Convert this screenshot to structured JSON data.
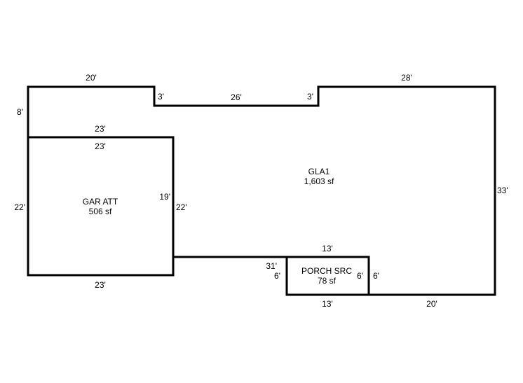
{
  "areas": [
    {
      "id": "gla1",
      "name": "GLA1",
      "size": "1,603 sf"
    },
    {
      "id": "garage",
      "name": "GAR ATT",
      "size": "506 sf"
    },
    {
      "id": "porch",
      "name": "PORCH SRC",
      "size": "78 sf"
    }
  ],
  "dimensions": {
    "gla_top_left": "20'",
    "gla_notch_left": "3'",
    "gla_notch_mid": "26'",
    "gla_notch_right": "3'",
    "gla_top_right": "28'",
    "gla_left_upper": "8'",
    "gla_right": "33'",
    "gla_bottom_right": "20'",
    "gla_inner_vertical": "31'",
    "gla_inner_horizontal": "19'",
    "garage_top_outer": "23'",
    "garage_top_inner": "23'",
    "garage_left": "22'",
    "garage_right": "22'",
    "garage_bottom": "23'",
    "porch_top": "13'",
    "porch_bottom": "13'",
    "porch_left": "6'",
    "porch_right_inner": "6'",
    "porch_right_outer": "6'"
  },
  "colors": {
    "line": "#000000",
    "background": "#ffffff"
  }
}
